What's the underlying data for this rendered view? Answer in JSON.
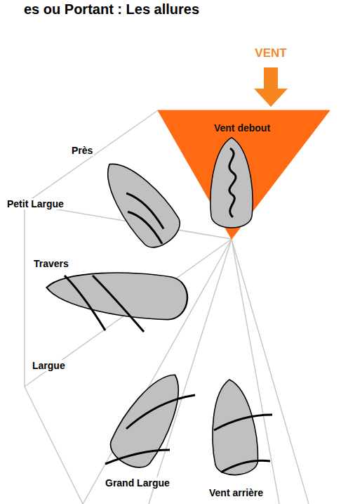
{
  "diagram": {
    "title": "es ou Portant : Les allures",
    "labels": [
      "VENT",
      "Vent debout",
      "Près",
      "Petit Largue",
      "Travers",
      "Largue",
      "Grand Largue",
      "Vent arrière"
    ]
  }
}
